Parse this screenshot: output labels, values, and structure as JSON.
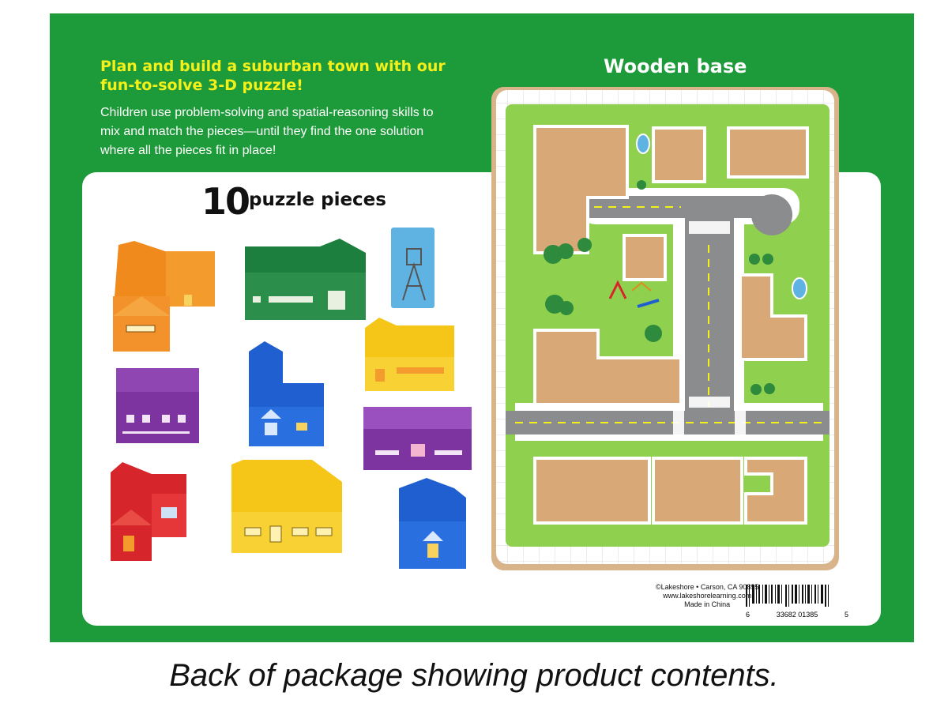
{
  "headline": "Plan and build a suburban town with our fun-to-solve 3-D puzzle!",
  "body_copy": "Children use problem-solving and spatial-reasoning skills to mix and match the pieces—until they find the one solution where all the pieces fit in place!",
  "pieces": {
    "count": "10",
    "label": "puzzle pieces"
  },
  "base_title": "Wooden base",
  "company": {
    "line1": "©Lakeshore • Carson, CA 90895",
    "line2": "www.lakeshorelearning.com",
    "line3": "Made in China"
  },
  "barcode": {
    "left": "6",
    "middle": "33682 01385",
    "right": "5"
  },
  "caption": "Back of package showing product contents.",
  "colors": {
    "package_green": "#1d9a3a",
    "headline_yellow": "#f4f01a",
    "road_gray": "#8a8c8e",
    "grass_green": "#8fd14f",
    "wood": "#d9a877"
  }
}
